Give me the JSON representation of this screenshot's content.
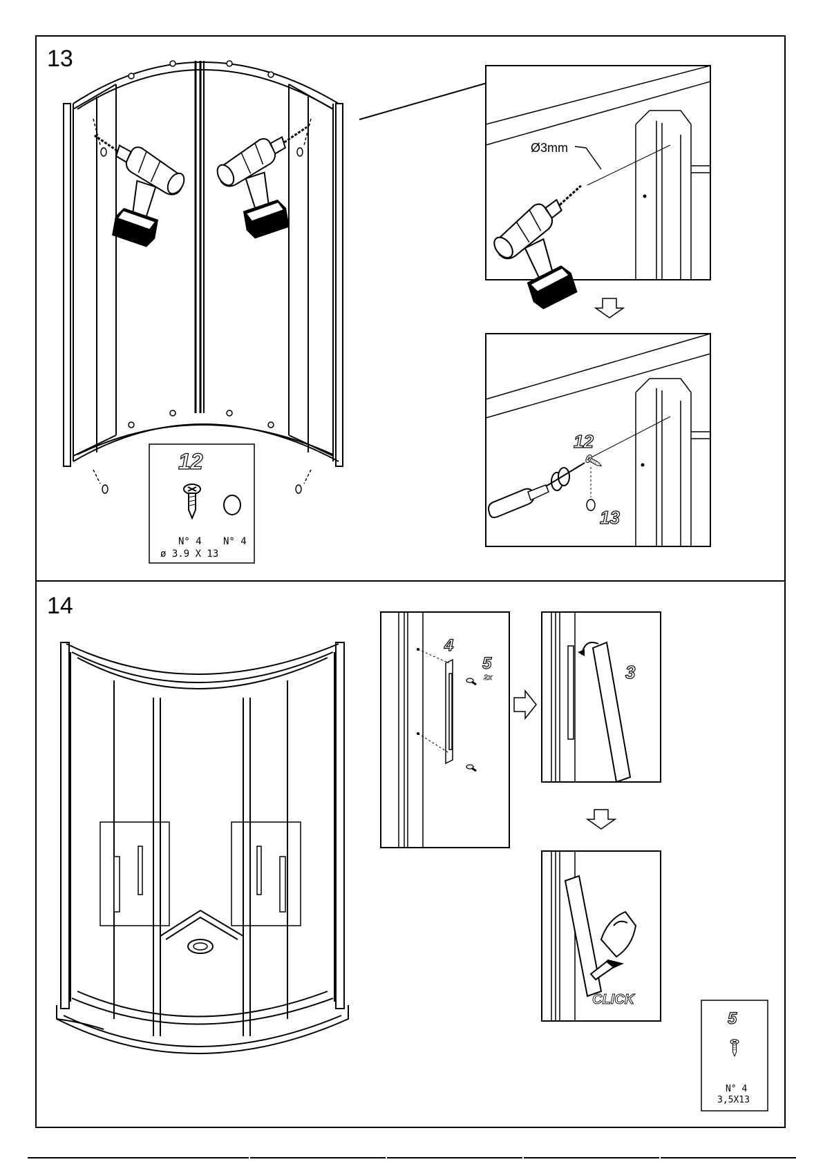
{
  "steps": [
    {
      "number": "13"
    },
    {
      "number": "14"
    }
  ],
  "step13": {
    "drill_bit_label": "Ø3mm",
    "screw_part_no": "12",
    "cap_part_no": "13",
    "parts_box": {
      "part_no": "12",
      "screw_qty": "N° 4",
      "cap_qty": "N° 4",
      "screw_size": "ø 3.9 X 13"
    }
  },
  "step14": {
    "handle_part_no": "4",
    "screw_part_no": "5",
    "screw_multiplier": "2x",
    "cover_part_no": "3",
    "click_label": "CLICK",
    "parts_box": {
      "part_no": "5",
      "qty": "N° 4",
      "size": "3,5X13"
    }
  },
  "icons": [
    "drill-icon",
    "screwdriver-icon",
    "screw-icon",
    "cap-icon",
    "arrow-right-icon",
    "arrow-down-icon",
    "curved-arrow-icon",
    "hand-icon"
  ]
}
